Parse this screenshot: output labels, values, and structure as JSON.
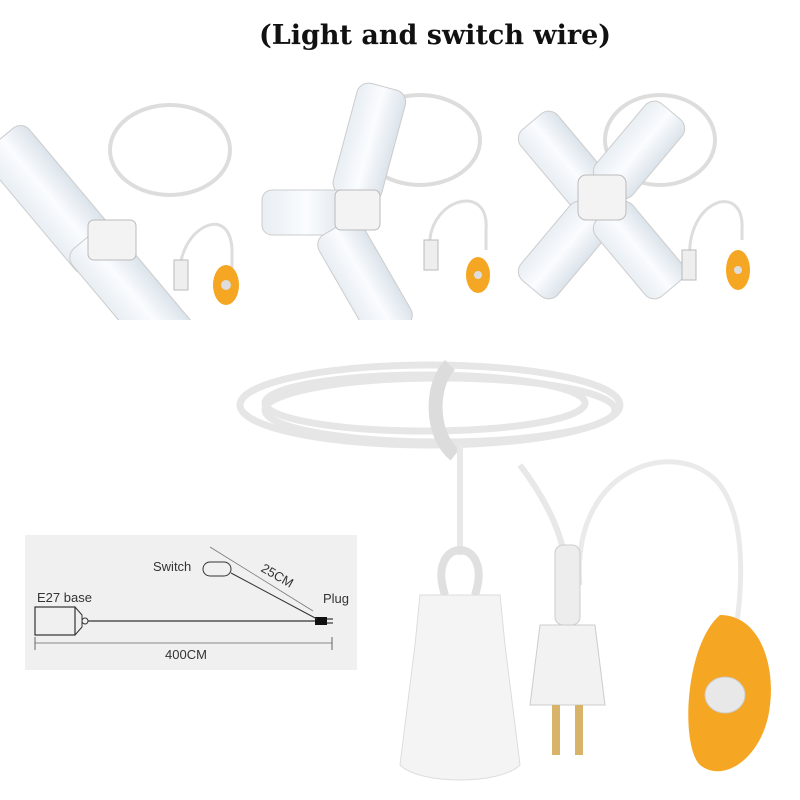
{
  "title": "(Light and switch wire)",
  "diagram": {
    "switch_label": "Switch",
    "switch_length": "25CM",
    "base_label": "E27 base",
    "plug_label": "Plug",
    "total_length": "400CM"
  },
  "colors": {
    "switch_orange": "#f5a623",
    "cable_white": "#f2f2f2"
  }
}
